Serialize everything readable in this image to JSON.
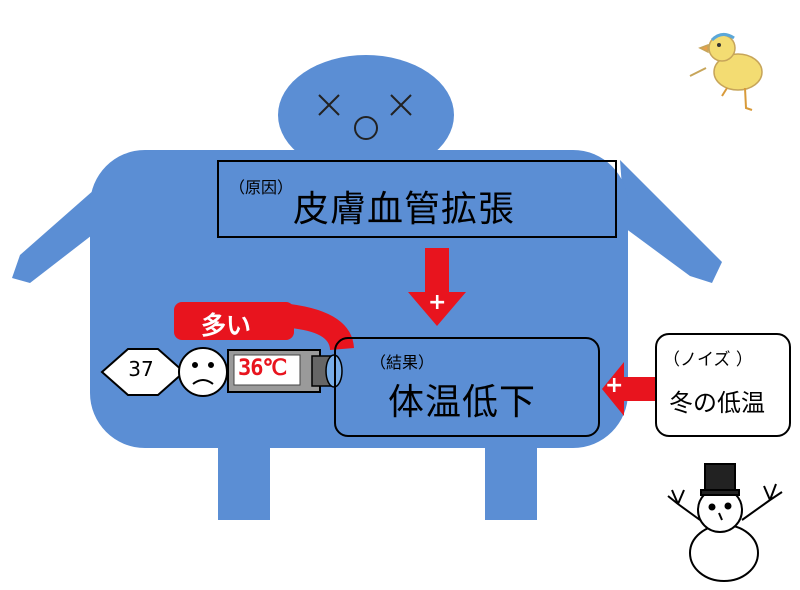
{
  "diagram": {
    "cause_small": "（原因）",
    "cause": "皮膚血管拡張",
    "result_small": "（結果）",
    "result": "体温低下",
    "noise_small": "（ノイズ ）",
    "noise": "冬の低温",
    "plus_sign": "+",
    "much_label": "多い",
    "thermo_reading": "37",
    "device_display": "36℃"
  },
  "colors": {
    "body": "#5b8ed4",
    "arrow": "#e8141e",
    "black": "#000000"
  },
  "icons": [
    "dead-face-icon",
    "sad-face-icon",
    "thermometer-device-icon",
    "duck-doodle-icon",
    "snowman-icon"
  ]
}
